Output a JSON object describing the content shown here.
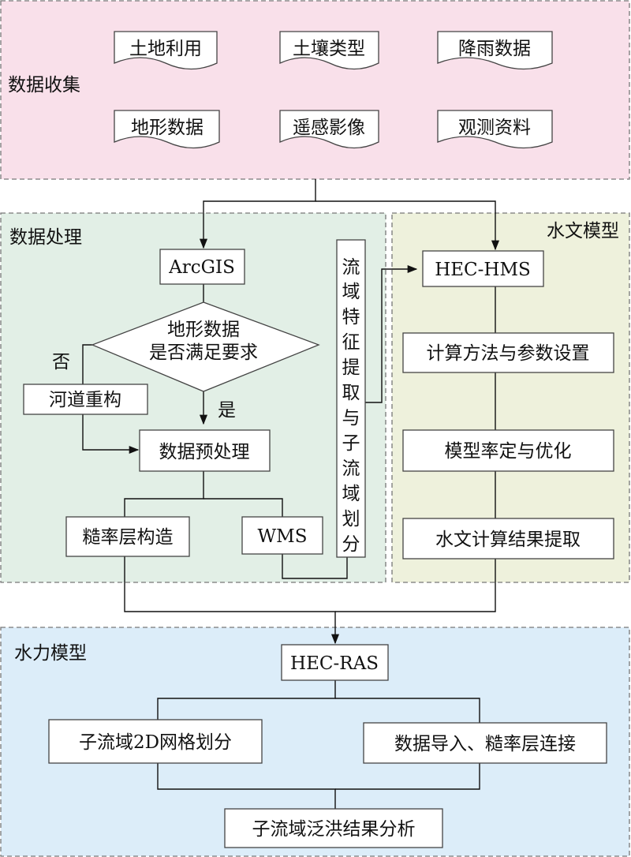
{
  "colors": {
    "collect": "#f9e0ea",
    "process": "#e2efe6",
    "hydro": "#eef1dc",
    "hydraulic": "#dcedf9"
  },
  "sections": {
    "collect": "数据收集",
    "process": "数据处理",
    "hydro": "水文模型",
    "hydraulic": "水力模型"
  },
  "collect_items": [
    "土地利用",
    "土壤类型",
    "降雨数据",
    "地形数据",
    "遥感影像",
    "观测资料"
  ],
  "process": {
    "arcgis": "ArcGIS",
    "decision_line1": "地形数据",
    "decision_line2": "是否满足要求",
    "no": "否",
    "yes": "是",
    "river": "河道重构",
    "preprocess": "数据预处理",
    "roughness": "糙率层构造",
    "wms": "WMS",
    "vertical": [
      "流",
      "域",
      "特",
      "征",
      "提",
      "取",
      "与",
      "子",
      "流",
      "域",
      "划",
      "分"
    ]
  },
  "hydro": {
    "hms": "HEC-HMS",
    "step1": "计算方法与参数设置",
    "step2": "模型率定与优化",
    "step3": "水文计算结果提取"
  },
  "hydraulic": {
    "ras": "HEC-RAS",
    "grid": "子流域2D网格划分",
    "import": "数据导入、糙率层连接",
    "result": "子流域泛洪结果分析"
  }
}
